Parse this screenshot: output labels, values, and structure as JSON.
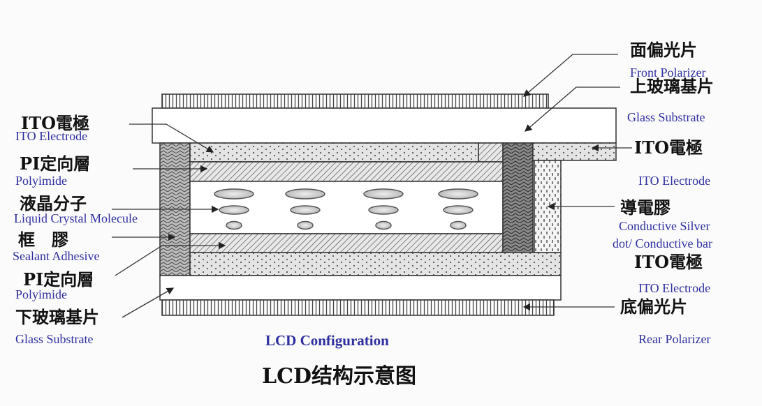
{
  "title_zh": "LCD结构示意图",
  "title_en": "LCD Configuration",
  "labels_right": {
    "front_polarizer_zh": "面偏光片",
    "front_polarizer_en": "Front Polarizer",
    "top_glass_zh": "上玻璃基片",
    "top_glass_en": "Glass Substrate",
    "ito_top_zh": "ITO電極",
    "ito_top_en": "ITO Electrode",
    "conductive_zh": "導電膠",
    "conductive_en_1": "Conductive Silver",
    "conductive_en_2": "dot/ Conductive bar",
    "ito_bottom_zh": "ITO電極",
    "ito_bottom_en": "ITO Electrode",
    "rear_polarizer_zh": "底偏光片",
    "rear_polarizer_en": "Rear Polarizer"
  },
  "labels_left": {
    "ito_zh": "ITO電極",
    "ito_en": "ITO Electrode",
    "pi_top_zh": "PI定向層",
    "pi_top_en": "Polyimide",
    "lc_zh": "液晶分子",
    "lc_en": "Liquid Crystal Molecule",
    "sealant_zh": "框　膠",
    "sealant_en": "Sealant Adhesive",
    "pi_bottom_zh": "PI定向層",
    "pi_bottom_en": "Polyimide",
    "bottom_glass_zh": "下玻璃基片",
    "bottom_glass_en": "Glass Substrate"
  },
  "colors": {
    "english_label": "#2e2ea0",
    "chinese_label": "#111111",
    "line": "#333333"
  }
}
